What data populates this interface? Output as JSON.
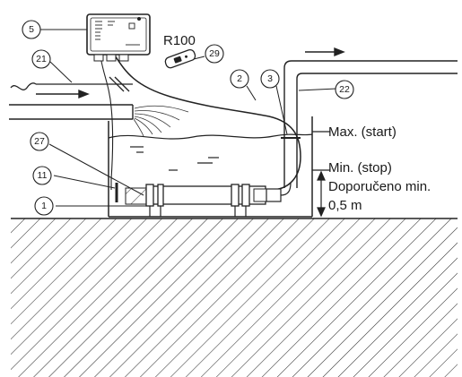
{
  "callouts": {
    "c5": "5",
    "c21": "21",
    "c29": "29",
    "c2": "2",
    "c3": "3",
    "c22": "22",
    "c27": "27",
    "c11": "11",
    "c1": "1"
  },
  "labels": {
    "remote_model": "R100",
    "max_level": "Max. (start)",
    "min_level": "Min. (stop)",
    "recommended_min": "Doporučeno min.",
    "recommended_depth": "0,5 m"
  }
}
